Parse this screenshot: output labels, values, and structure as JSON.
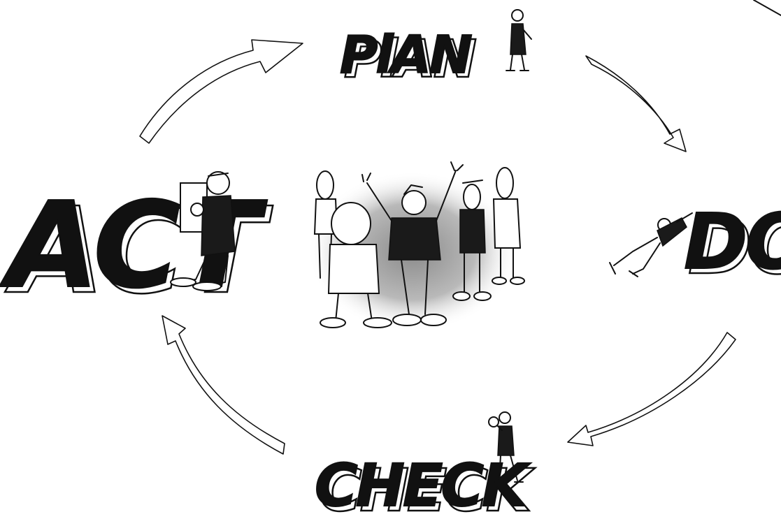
{
  "diagram": {
    "steps": [
      {
        "id": "plan",
        "label": "PlAN"
      },
      {
        "id": "do",
        "label": "DO"
      },
      {
        "id": "check",
        "label": "CHECK"
      },
      {
        "id": "act",
        "label": "ACT"
      }
    ],
    "flow": [
      "plan",
      "do",
      "check",
      "act",
      "plan"
    ],
    "colors": {
      "ink": "#111111",
      "paper": "#ffffff"
    },
    "icons": [
      "person-icon",
      "team-icon",
      "magnifier-icon"
    ]
  }
}
